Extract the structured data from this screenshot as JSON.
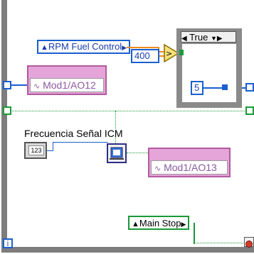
{
  "rpm_control": {
    "label": "RPM Fuel Control"
  },
  "constant_400": {
    "value": "400"
  },
  "case_structure": {
    "selector_label": "True"
  },
  "constant_5": {
    "value": "5"
  },
  "daq_ao12": {
    "channel": "Mod1/AO12"
  },
  "daq_ao13": {
    "channel": "Mod1/AO13"
  },
  "frequency_label": {
    "text": "Frecuencia Señal ICM"
  },
  "freq_indicator": {
    "value": "123"
  },
  "main_stop": {
    "label": "Main Stop"
  },
  "iteration": {
    "label": "i"
  }
}
